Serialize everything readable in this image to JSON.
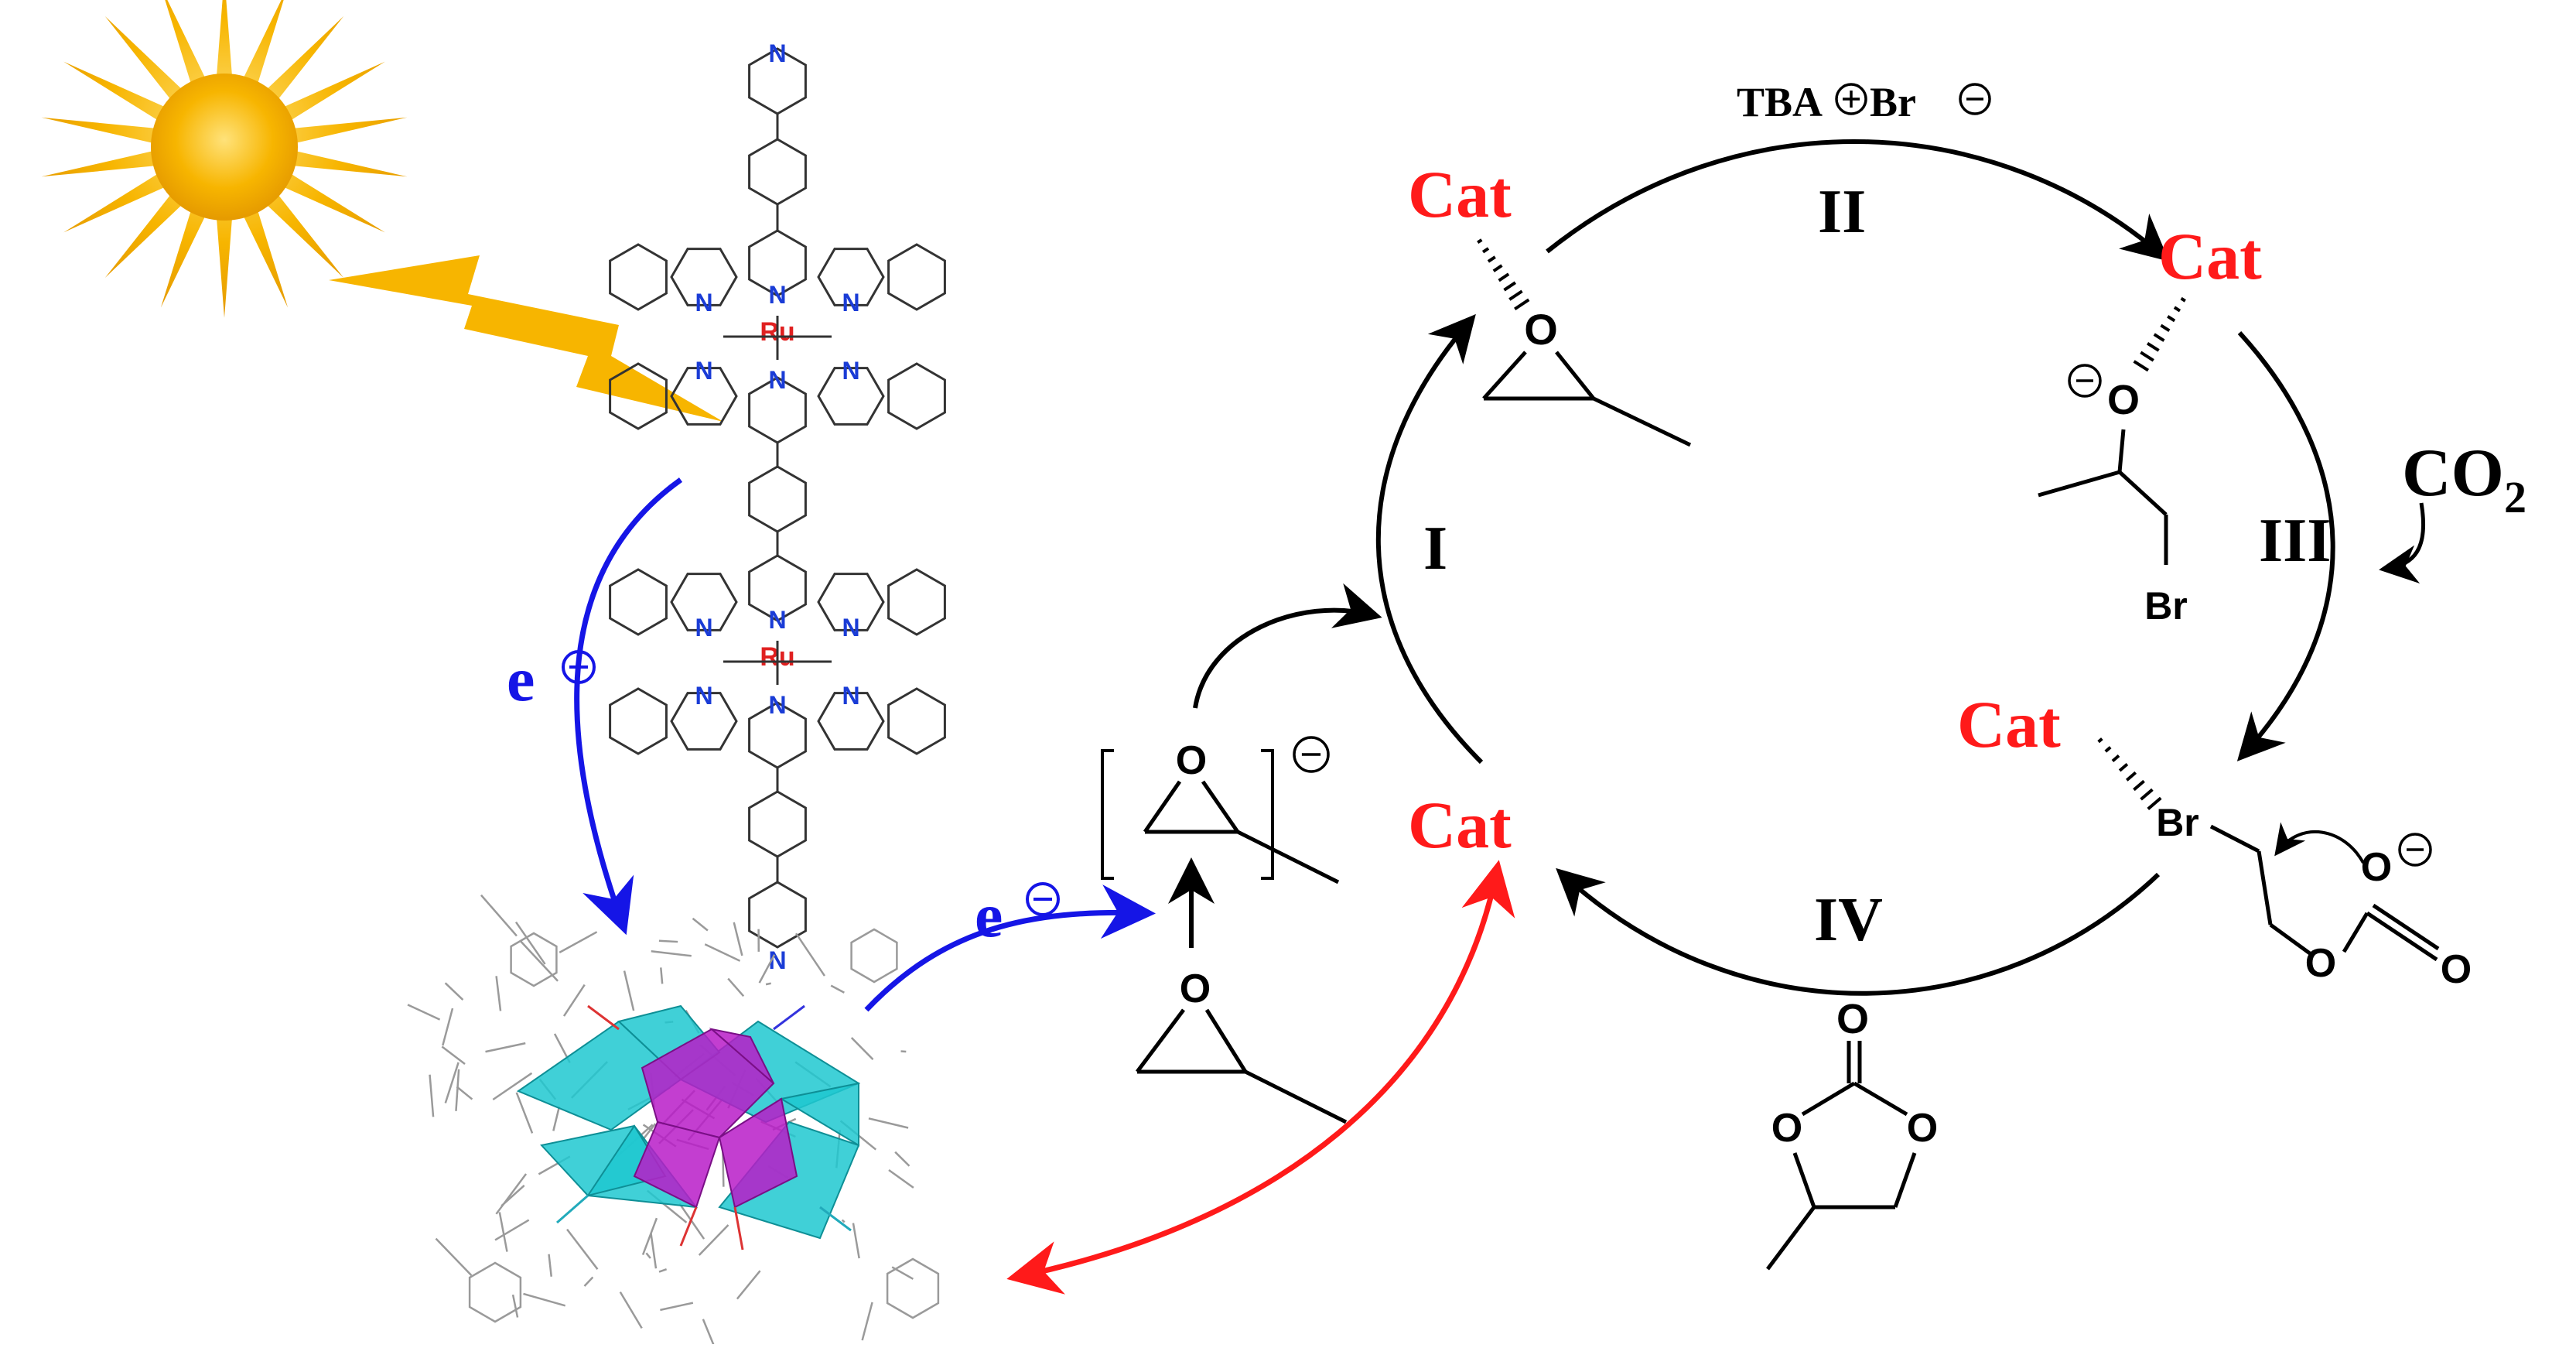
{
  "labels": {
    "cat": "Cat",
    "roman_1": "I",
    "roman_2": "II",
    "roman_3": "III",
    "roman_4": "IV",
    "reagent_top": "TBA",
    "reagent_top_br": "Br",
    "co2": "CO",
    "co2_sub": "2",
    "electron": "e",
    "br": "Br",
    "o": "O",
    "n": "N",
    "ru": "Ru"
  },
  "colors": {
    "cat_red": "#ff1a1a",
    "electron_blue": "#1515e6",
    "arrow_red": "#ff1a1a",
    "arrow_black": "#000000",
    "sun": "#f7b500",
    "polyhedron_cyan": "#1ec8d0",
    "polyhedron_magenta": "#b81cc8",
    "ligand_grey": "#9a9a9a",
    "n_blue": "#1a3cd6"
  }
}
